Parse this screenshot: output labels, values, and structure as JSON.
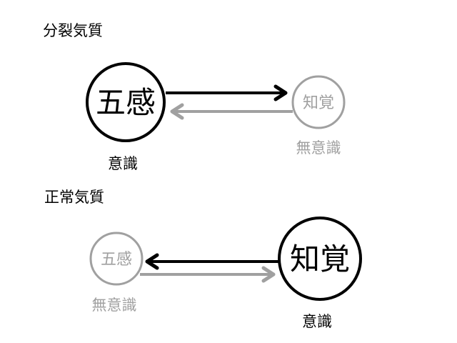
{
  "colors": {
    "active": "#000000",
    "inactive": "#a0a0a0",
    "background": "#ffffff"
  },
  "sections": [
    {
      "title": "分裂気質",
      "left_node": {
        "text": "五感",
        "state": "active",
        "caption": "意識"
      },
      "right_node": {
        "text": "知覚",
        "state": "inactive",
        "caption": "無意識"
      },
      "arrows": [
        {
          "from": "五感",
          "to": "知覚",
          "state": "active"
        },
        {
          "from": "知覚",
          "to": "五感",
          "state": "inactive"
        }
      ]
    },
    {
      "title": "正常気質",
      "left_node": {
        "text": "五感",
        "state": "inactive",
        "caption": "無意識"
      },
      "right_node": {
        "text": "知覚",
        "state": "active",
        "caption": "意識"
      },
      "arrows": [
        {
          "from": "知覚",
          "to": "五感",
          "state": "active"
        },
        {
          "from": "五感",
          "to": "知覚",
          "state": "inactive"
        }
      ]
    }
  ]
}
